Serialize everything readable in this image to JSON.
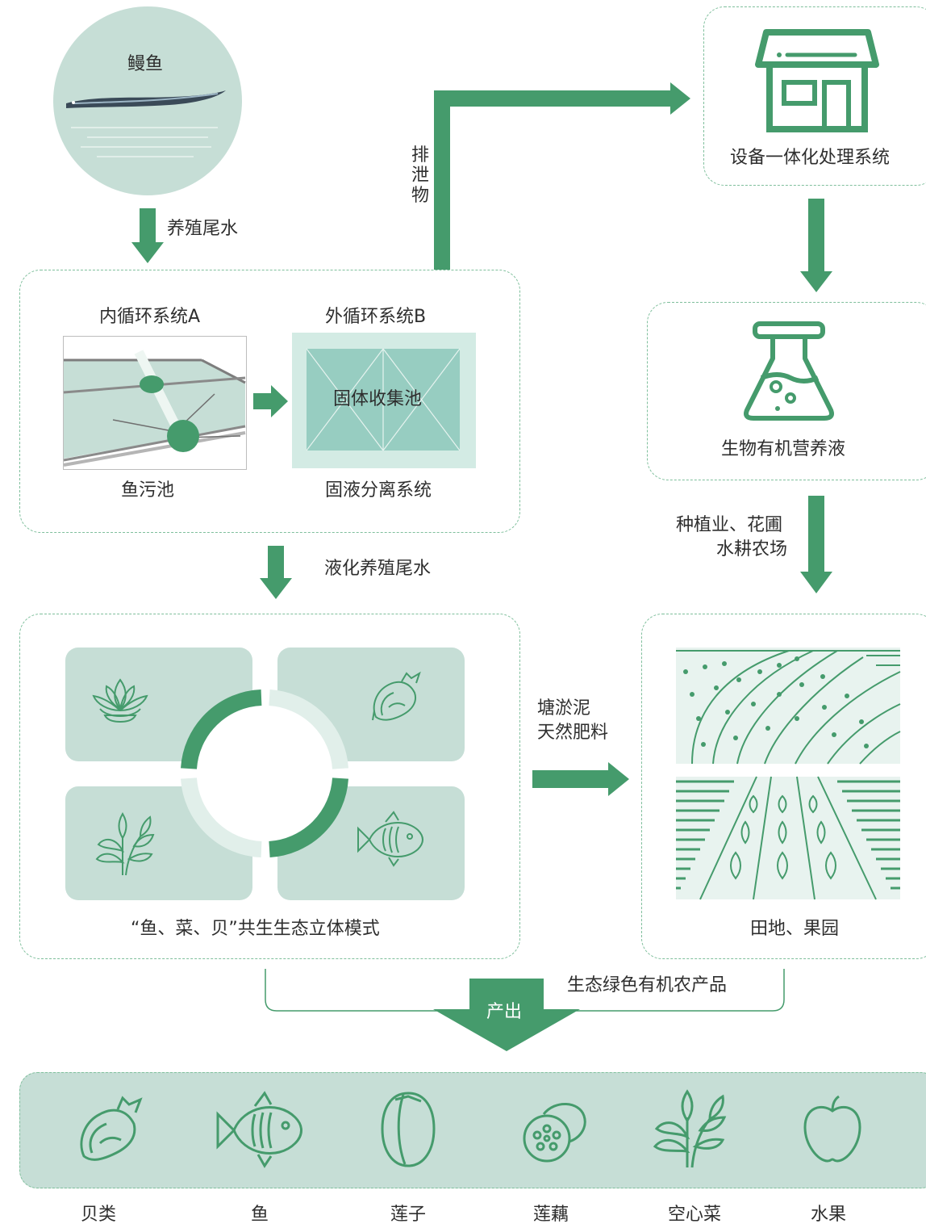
{
  "eel": {
    "label": "鳗鱼"
  },
  "flows": {
    "tail_water": "养殖尾水",
    "excrement": "排泄物",
    "liquefied_water": "液化养殖尾水",
    "planting_line1": "种植业、花圃",
    "planting_line2": "水耕农场",
    "sludge_line1": "塘淤泥",
    "sludge_line2": "天然肥料",
    "output": "产出",
    "eco_products": "生态绿色有机农产品"
  },
  "circulation": {
    "inner_title": "内循环系统A",
    "outer_title": "外循环系统B",
    "fish_pond": "鱼污池",
    "solid_pool": "固体收集池",
    "separation": "固液分离系统"
  },
  "equipment": {
    "label": "设备一体化处理系统"
  },
  "nutrient": {
    "label": "生物有机营养液"
  },
  "symbiosis": {
    "caption": "“鱼、菜、贝”共生生态立体模式",
    "cards": [
      "lotus-icon",
      "shell-icon",
      "vegetable-icon",
      "fish-icon"
    ]
  },
  "fields": {
    "label": "田地、果园"
  },
  "products": [
    {
      "label": "贝类",
      "icon": "shell-icon"
    },
    {
      "label": "鱼",
      "icon": "fish-icon"
    },
    {
      "label": "莲子",
      "icon": "lotus-seed-icon"
    },
    {
      "label": "莲藕",
      "icon": "lotus-root-icon"
    },
    {
      "label": "空心菜",
      "icon": "water-spinach-icon"
    },
    {
      "label": "水果",
      "icon": "apple-icon"
    }
  ],
  "colors": {
    "primary_green": "#459b6c",
    "light_green": "#c7e2d6",
    "mint": "#97cdc1",
    "circle_bg": "#c6ded6",
    "dashed_border": "#7fbf9c"
  }
}
